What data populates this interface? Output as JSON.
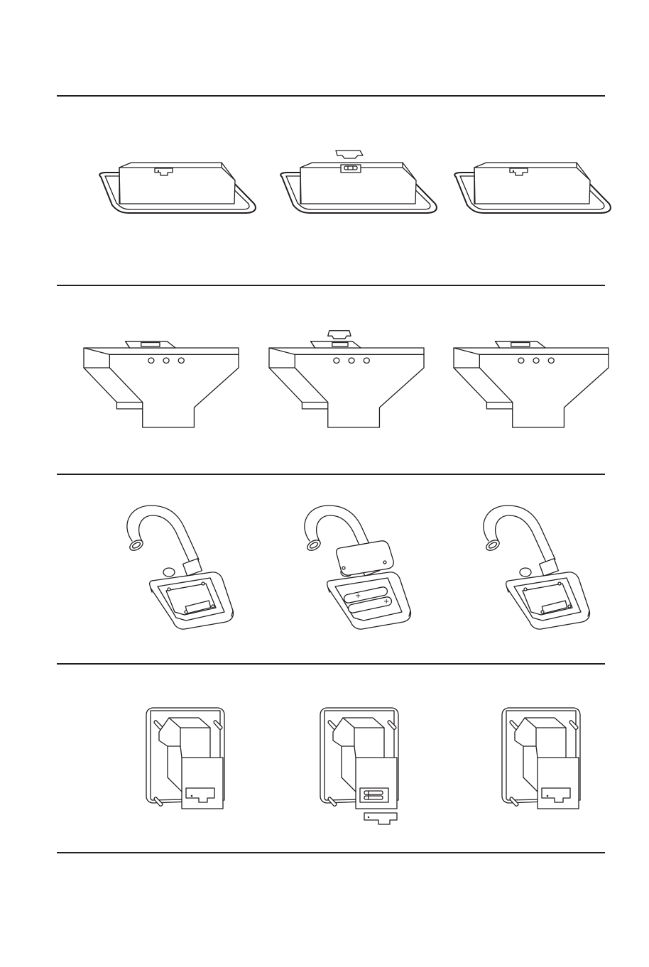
{
  "document": {
    "sections": [
      {
        "id": "hood-flat",
        "steps": [
          "closed",
          "open",
          "closed"
        ]
      },
      {
        "id": "hood-chimney",
        "steps": [
          "closed",
          "open",
          "closed"
        ]
      },
      {
        "id": "faucet-sensor",
        "steps": [
          "closed",
          "open",
          "closed"
        ]
      },
      {
        "id": "wall-unit",
        "steps": [
          "closed",
          "open",
          "closed"
        ]
      }
    ],
    "battery_polarity": {
      "positive": "+",
      "negative": "-"
    }
  },
  "colors": {
    "line": "#231f20",
    "background": "#ffffff"
  }
}
